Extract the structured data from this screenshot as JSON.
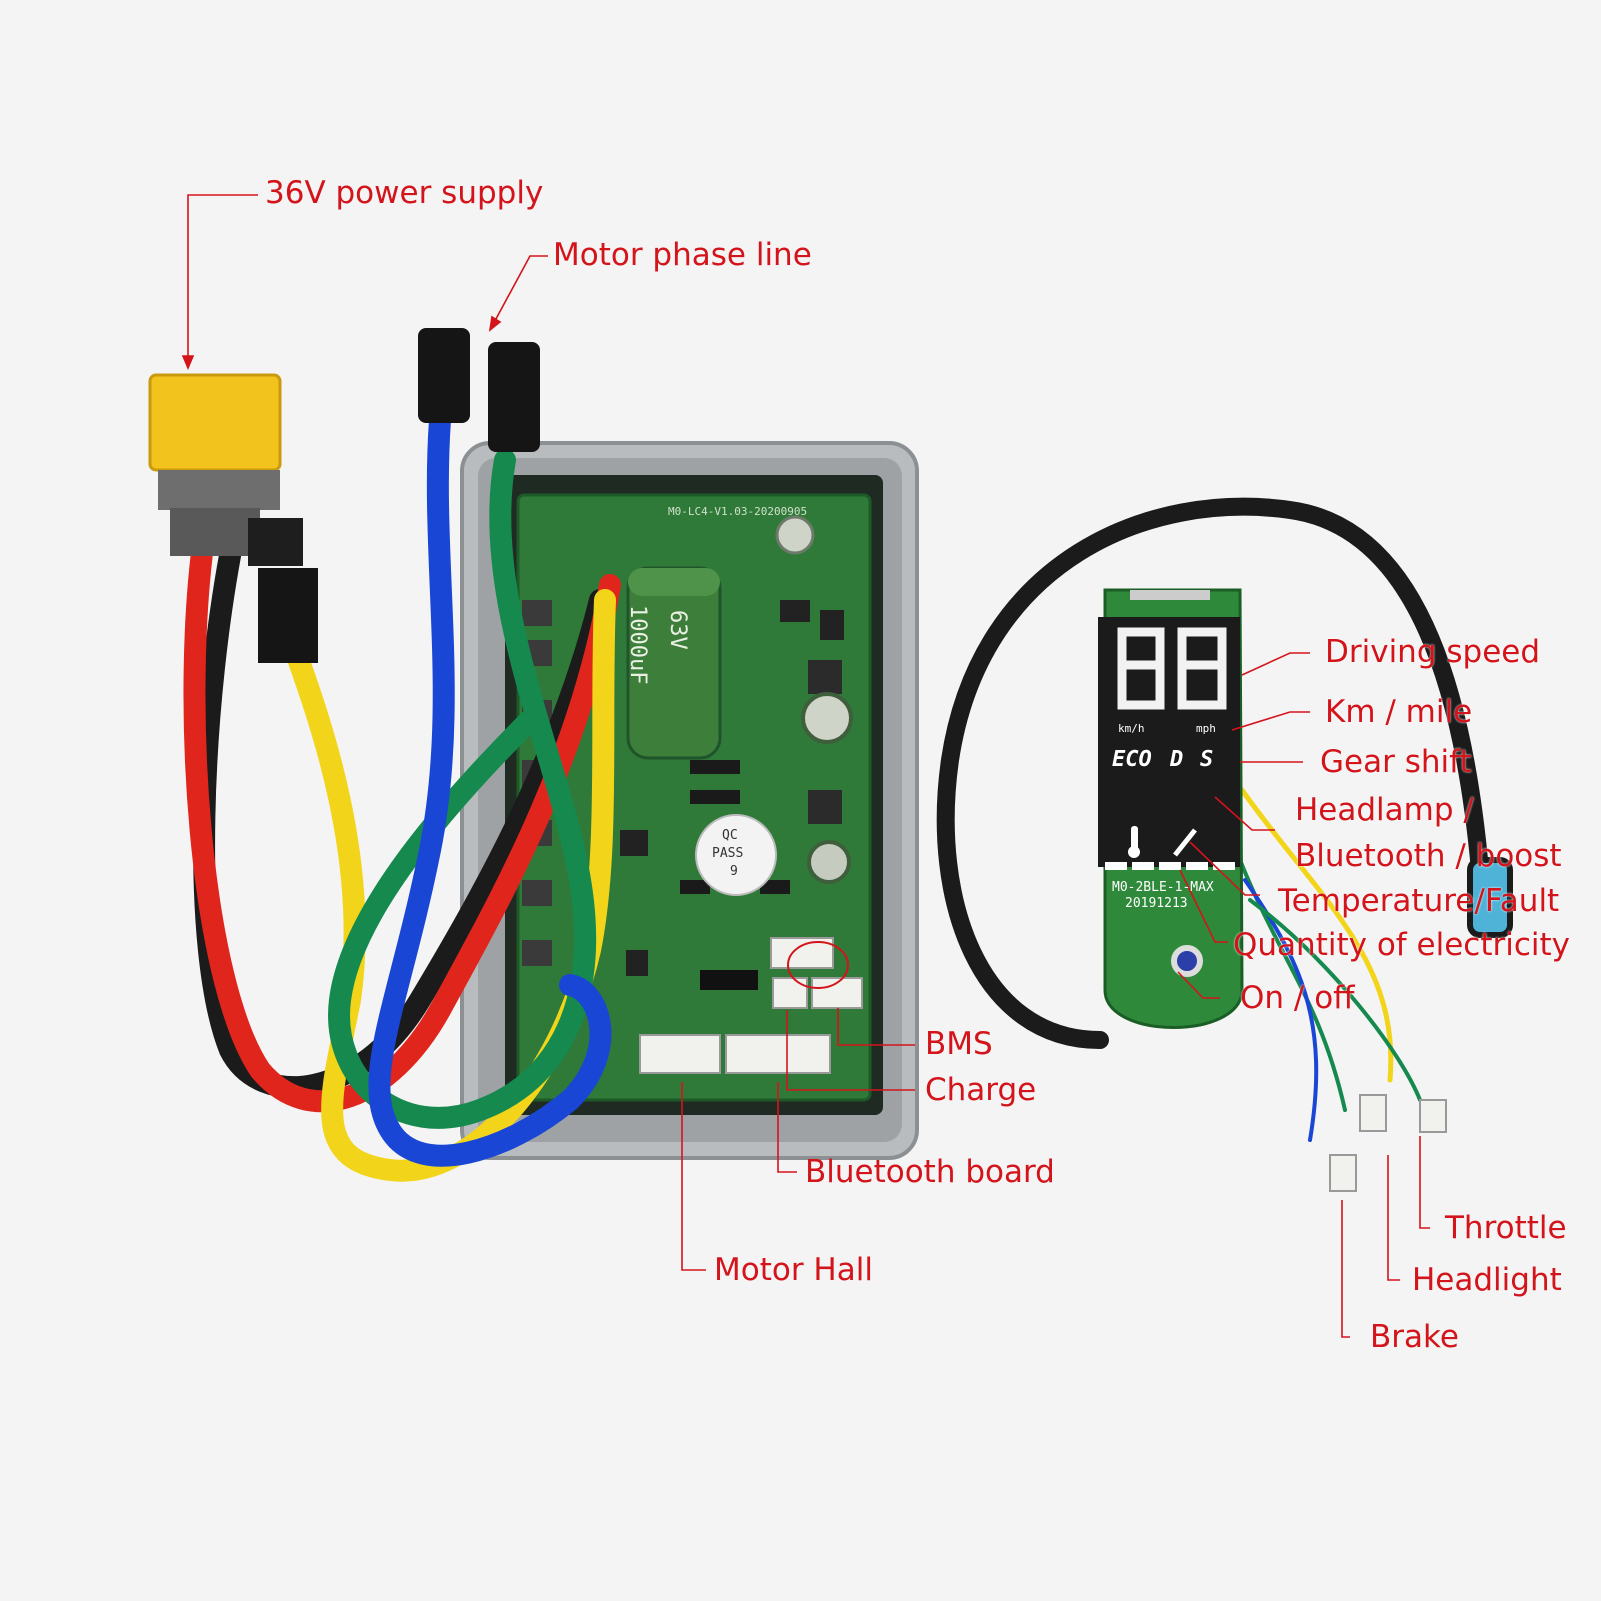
{
  "colors": {
    "label": "#d4141b",
    "background": "#f4f4f4",
    "pcb": "#2f7a38",
    "housing": "#b9bcbf",
    "wire_red": "#e0251d",
    "wire_black": "#1b1b1b",
    "wire_yellow": "#f2d51a",
    "wire_green": "#168a4e",
    "wire_blue": "#1a46d6",
    "connector_yellow": "#f2c31c"
  },
  "labels": {
    "power_supply": "36V power supply",
    "motor_phase": "Motor phase line",
    "bms": "BMS",
    "charge": "Charge",
    "bluetooth_board": "Bluetooth board",
    "motor_hall": "Motor Hall",
    "driving_speed": "Driving speed",
    "km_mile": "Km / mile",
    "gear_shift": "Gear shift",
    "headlamp_1": "Headlamp /",
    "headlamp_2": "Bluetooth / boost",
    "temperature": "Temperature/Fault",
    "quantity": "Quantity of electricity",
    "on_off": "On / off",
    "throttle": "Throttle",
    "headlight": "Headlight",
    "brake": "Brake"
  },
  "display": {
    "speed_digits": "88",
    "unit_kmh": "km/h",
    "unit_mph": "mph",
    "mode_eco": "ECO",
    "mode_d": "D",
    "mode_s": "S",
    "model": "M0-2BLE-1-MAX",
    "date": "20191213"
  },
  "controller_text": {
    "cap_value": "1000uF",
    "cap_voltage": "63V",
    "qc_1": "QC",
    "qc_2": "PASS",
    "qc_3": "9",
    "board_id": "M0-LC4-V1.03-20200905"
  }
}
